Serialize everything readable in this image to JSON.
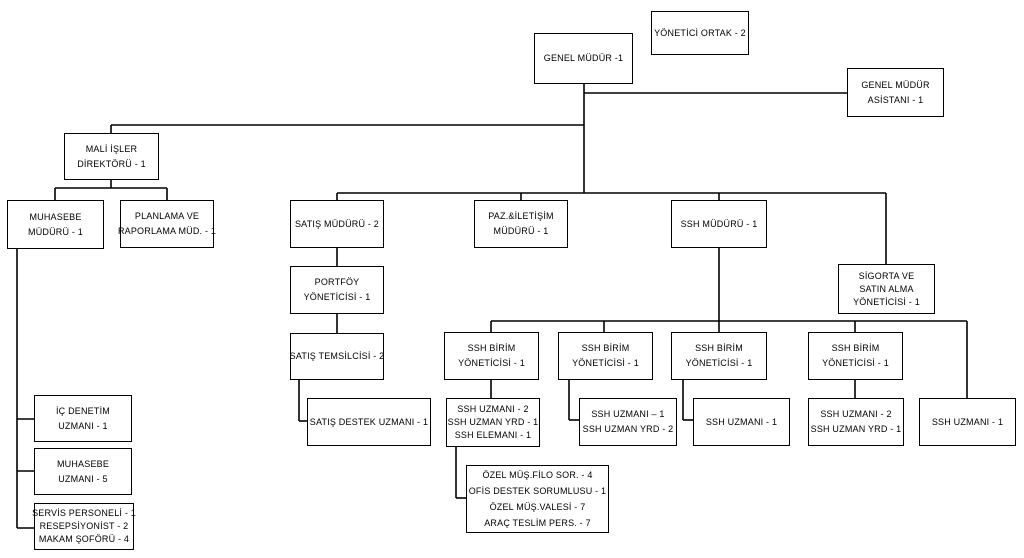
{
  "nodes": {
    "yonetici_ortak": [
      "YÖNETİCİ ORTAK - 2"
    ],
    "genel_mudur": [
      "GENEL MÜDÜR -1"
    ],
    "gm_asistani": [
      "GENEL MÜDÜR",
      "ASİSTANI - 1"
    ],
    "mali_isler": [
      "MALİ İŞLER",
      "DİREKTÖRÜ - 1"
    ],
    "muhasebe_muduru": [
      "MUHASEBE",
      "MÜDÜRÜ - 1"
    ],
    "planlama": [
      "PLANLAMA VE",
      "RAPORLAMA MÜD. - 1"
    ],
    "satis_muduru": [
      "SATIŞ MÜDÜRÜ - 2"
    ],
    "paz_iletisim": [
      "PAZ.&İLETİŞİM",
      "MÜDÜRÜ - 1"
    ],
    "ssh_muduru": [
      "SSH MÜDÜRÜ - 1"
    ],
    "sigorta": [
      "SİGORTA VE",
      "SATIN ALMA",
      "YÖNETİCİSİ - 1"
    ],
    "portfoy": [
      "PORTFÖY",
      "YÖNETİCİSİ - 1"
    ],
    "satis_temsilcisi": [
      "SATIŞ TEMSİLCİSİ - 2"
    ],
    "satis_destek": [
      "SATIŞ DESTEK UZMANI - 1"
    ],
    "ssh_birim_1": [
      "SSH BİRİM",
      "YÖNETİCİSİ - 1"
    ],
    "ssh_birim_2": [
      "SSH BİRİM",
      "YÖNETİCİSİ - 1"
    ],
    "ssh_birim_3": [
      "SSH BİRİM",
      "YÖNETİCİSİ - 1"
    ],
    "ssh_birim_4": [
      "SSH BİRİM",
      "YÖNETİCİSİ - 1"
    ],
    "ssh_team_1": [
      "SSH UZMANI - 2",
      "SSH UZMAN YRD - 1",
      "SSH ELEMANI - 1"
    ],
    "ssh_team_2": [
      "SSH UZMANI – 1",
      "SSH UZMAN YRD - 2"
    ],
    "ssh_team_3": [
      "SSH UZMANI - 1"
    ],
    "ssh_team_4": [
      "SSH UZMANI - 2",
      "SSH UZMAN YRD - 1"
    ],
    "ssh_uzmani_direct": [
      "SSH UZMANI - 1"
    ],
    "ozel_mus": [
      "ÖZEL MÜŞ.FİLO SOR. - 4",
      "OFİS DESTEK SORUMLUSU - 1",
      "ÖZEL MÜŞ.VALESİ - 7",
      "ARAÇ TESLİM PERS. - 7"
    ],
    "ic_denetim": [
      "İÇ DENETİM",
      "UZMANI - 1"
    ],
    "muhasebe_uzmani": [
      "MUHASEBE",
      "UZMANI - 5"
    ],
    "servis": [
      "SERVİS PERSONELİ - 1",
      "RESEPSİYONİST - 2",
      "MAKAM ŞOFÖRÜ - 4"
    ]
  }
}
